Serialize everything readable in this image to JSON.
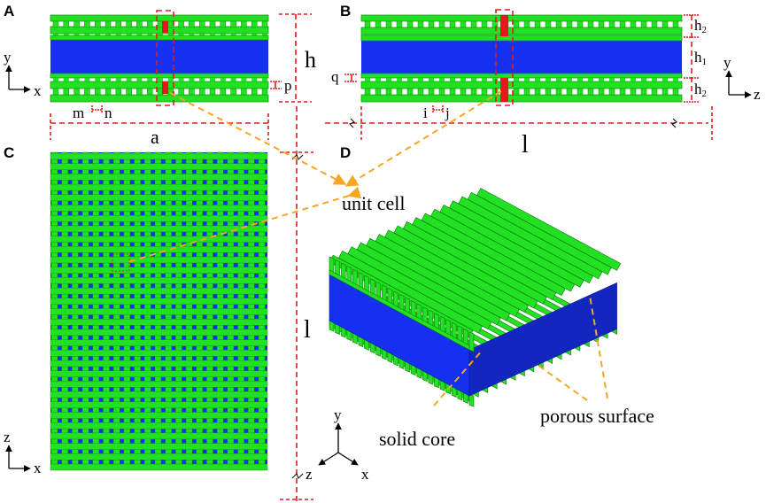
{
  "panels": {
    "a_letter": "A",
    "b_letter": "B",
    "c_letter": "C",
    "d_letter": "D"
  },
  "panel_a": {
    "axis_y": "y",
    "axis_x": "x",
    "label_m": "m",
    "label_n": "n",
    "label_a": "a",
    "label_p": "p",
    "label_h": "h"
  },
  "panel_b": {
    "label_h2_top": "h",
    "label_h2_top_sub": "2",
    "label_h1": "h",
    "label_h1_sub": "1",
    "label_h2_bottom": "h",
    "label_h2_bottom_sub": "2",
    "label_q": "q",
    "label_i": "i",
    "label_j": "j",
    "label_l": "l",
    "axis_y": "y",
    "axis_z": "z"
  },
  "panel_c": {
    "axis_z": "z",
    "axis_x": "x",
    "label_l": "l"
  },
  "panel_d": {
    "unit_cell": "unit cell",
    "porous_surface": "porous surface",
    "solid_core": "solid core",
    "axis_y": "y",
    "axis_z": "z",
    "axis_x": "x"
  },
  "colors": {
    "green": "#22e022",
    "blue": "#1530f0",
    "red": "#e01b1b",
    "orange": "#f5a623"
  }
}
